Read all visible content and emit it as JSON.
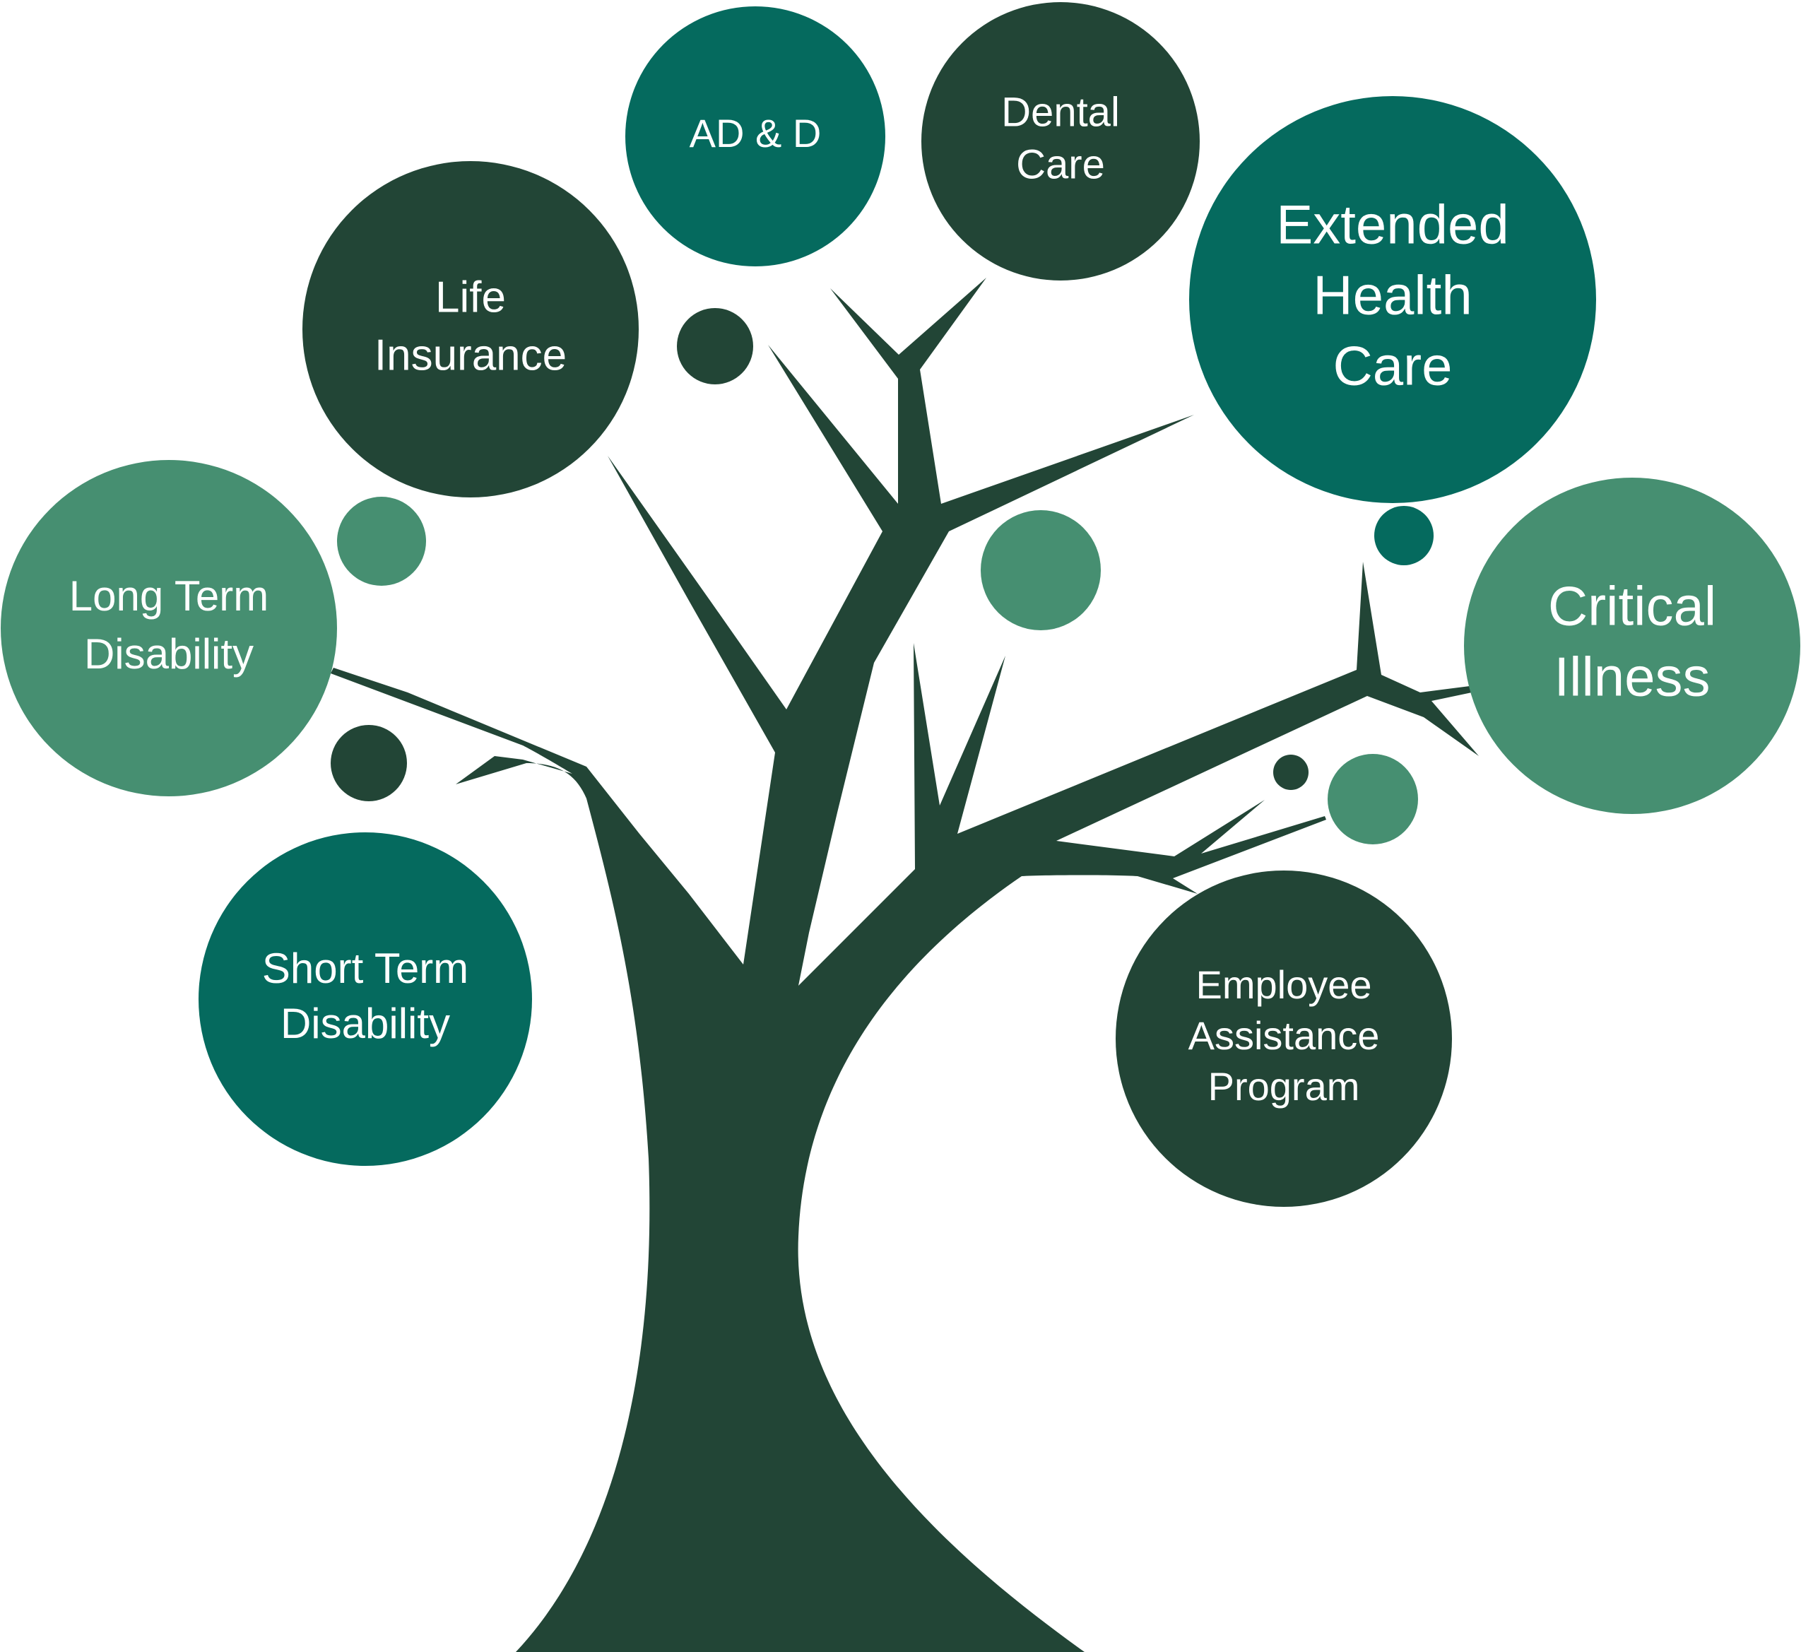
{
  "colors": {
    "dark_green": "#224536",
    "teal": "#056A5E",
    "light_green": "#468F71",
    "label": "#ffffff",
    "background": "#ffffff"
  },
  "benefits": [
    {
      "id": "ad-d",
      "lines": [
        "AD & D"
      ],
      "color": "teal"
    },
    {
      "id": "dental-care",
      "lines": [
        "Dental",
        "Care"
      ],
      "color": "dark_green"
    },
    {
      "id": "life-insurance",
      "lines": [
        "Life",
        "Insurance"
      ],
      "color": "dark_green"
    },
    {
      "id": "extended-health-care",
      "lines": [
        "Extended",
        "Health",
        "Care"
      ],
      "color": "teal"
    },
    {
      "id": "long-term-disability",
      "lines": [
        "Long Term",
        "Disability"
      ],
      "color": "light_green"
    },
    {
      "id": "critical-illness",
      "lines": [
        "Critical",
        "Illness"
      ],
      "color": "light_green"
    },
    {
      "id": "short-term-disability",
      "lines": [
        "Short Term",
        "Disability"
      ],
      "color": "teal"
    },
    {
      "id": "employee-assistance-program",
      "lines": [
        "Employee",
        "Assistance",
        "Program"
      ],
      "color": "dark_green"
    }
  ]
}
